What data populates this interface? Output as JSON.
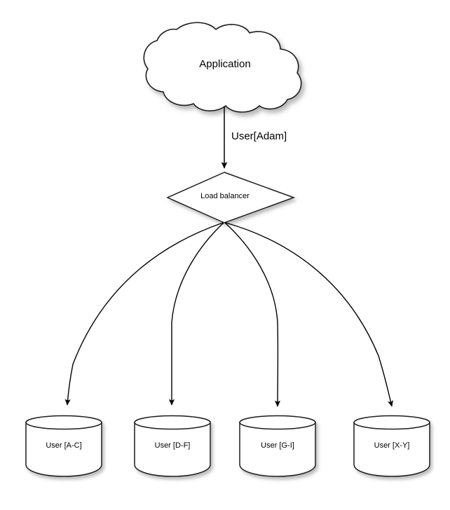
{
  "diagram": {
    "type": "load-balancer-sharding-diagram",
    "nodes": {
      "application": {
        "label": "Application",
        "shape": "cloud"
      },
      "load_balancer": {
        "label": "Load balancer",
        "shape": "diamond"
      },
      "databases": [
        {
          "label": "User [A-C]",
          "shape": "cylinder"
        },
        {
          "label": "User [D-F]",
          "shape": "cylinder"
        },
        {
          "label": "User [G-I]",
          "shape": "cylinder"
        },
        {
          "label": "User [X-Y]",
          "shape": "cylinder"
        }
      ]
    },
    "edges": {
      "application_to_load_balancer": {
        "label": "User[Adam]",
        "arrow": "down"
      },
      "load_balancer_to_databases": {
        "label": "",
        "arrow": "down",
        "count": 4
      }
    },
    "colors": {
      "background": "#ffffff",
      "stroke": "#000000",
      "fill": "#ffffff",
      "text": "#000000",
      "shadow": "#aaaaaa"
    }
  }
}
